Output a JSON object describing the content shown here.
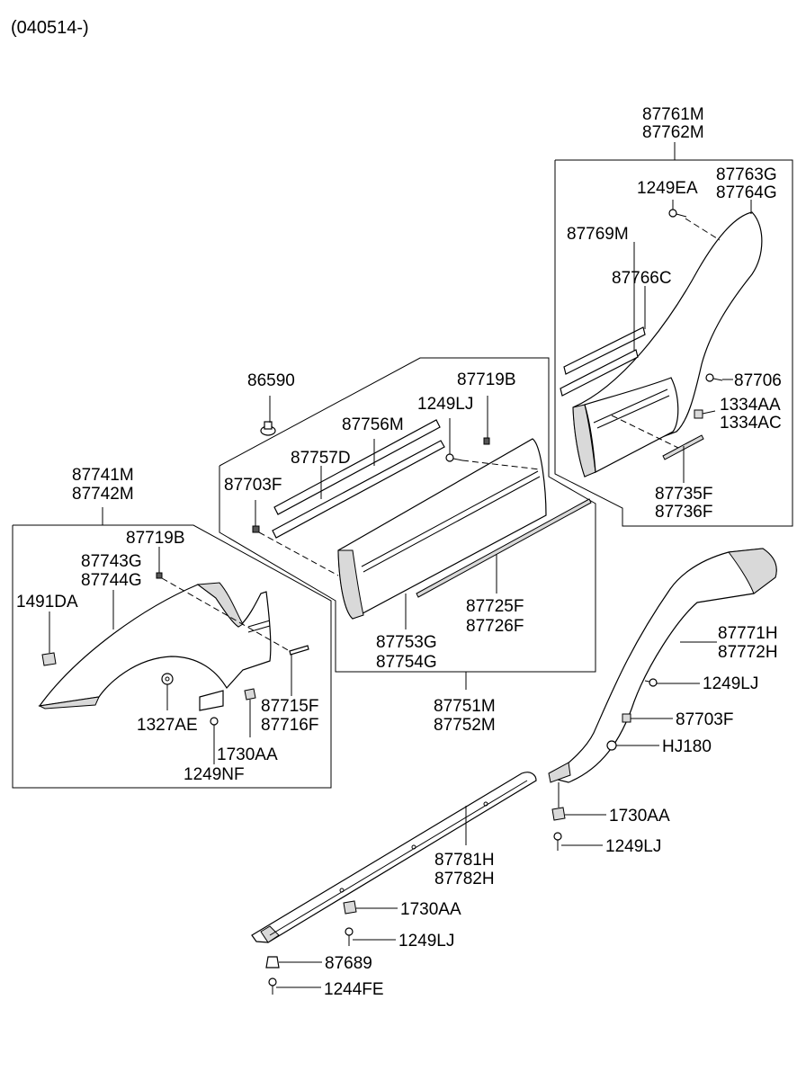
{
  "header": {
    "code": "(040514-)"
  },
  "labels": {
    "p87761M": "87761M",
    "p87762M": "87762M",
    "p1249EA": "1249EA",
    "p87763G": "87763G",
    "p87764G": "87764G",
    "p87766C": "87766C",
    "p87769M": "87769M",
    "p87706": "87706",
    "p1334AA": "1334AA",
    "p1334AC": "1334AC",
    "p87735F": "87735F",
    "p87736F": "87736F",
    "p86590": "86590",
    "p87719B_a": "87719B",
    "p1249LJ_a": "1249LJ",
    "p87756M": "87756M",
    "p87757D": "87757D",
    "p87703F_a": "87703F",
    "p87741M": "87741M",
    "p87742M": "87742M",
    "p87719B_b": "87719B",
    "p87743G": "87743G",
    "p87744G": "87744G",
    "p1491DA": "1491DA",
    "p1327AE": "1327AE",
    "p87715F": "87715F",
    "p87716F": "87716F",
    "p1730AA_a": "1730AA",
    "p1249NF": "1249NF",
    "p87725F": "87725F",
    "p87726F": "87726F",
    "p87753G": "87753G",
    "p87754G": "87754G",
    "p87751M": "87751M",
    "p87752M": "87752M",
    "p87771H": "87771H",
    "p87772H": "87772H",
    "p1249LJ_b": "1249LJ",
    "p87703F_b": "87703F",
    "pHJ180": "HJ180",
    "p1730AA_b": "1730AA",
    "p1249LJ_c": "1249LJ",
    "p87781H": "87781H",
    "p87782H": "87782H",
    "p1730AA_c": "1730AA",
    "p1249LJ_d": "1249LJ",
    "p87689": "87689",
    "p1244FE": "1244FE"
  }
}
